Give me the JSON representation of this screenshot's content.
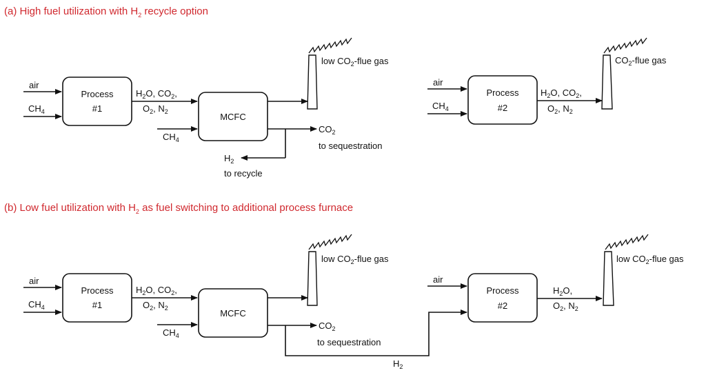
{
  "section_a": {
    "title_pre": "(a) High fuel utilization with H",
    "title_sub": "2",
    "title_post": " recycle option"
  },
  "section_b": {
    "title_pre": "(b) Low fuel utilization with H",
    "title_sub": "2",
    "title_post": " as fuel switching to additional process furnace"
  },
  "labels": {
    "air": "air",
    "ch": "CH",
    "ch_sub": "4",
    "process": "Process",
    "num1": "#1",
    "num2": "#2",
    "mcfc": "MCFC",
    "h": "H",
    "h2o_o": "O, CO",
    "comma": ",",
    "o": "O",
    "n": ", N",
    "two": "2",
    "low_co": "low CO",
    "co": "CO",
    "flue": "-flue gas",
    "to_seq": "to sequestration",
    "to_recycle": "to recycle",
    "h2o_only": "O,"
  }
}
